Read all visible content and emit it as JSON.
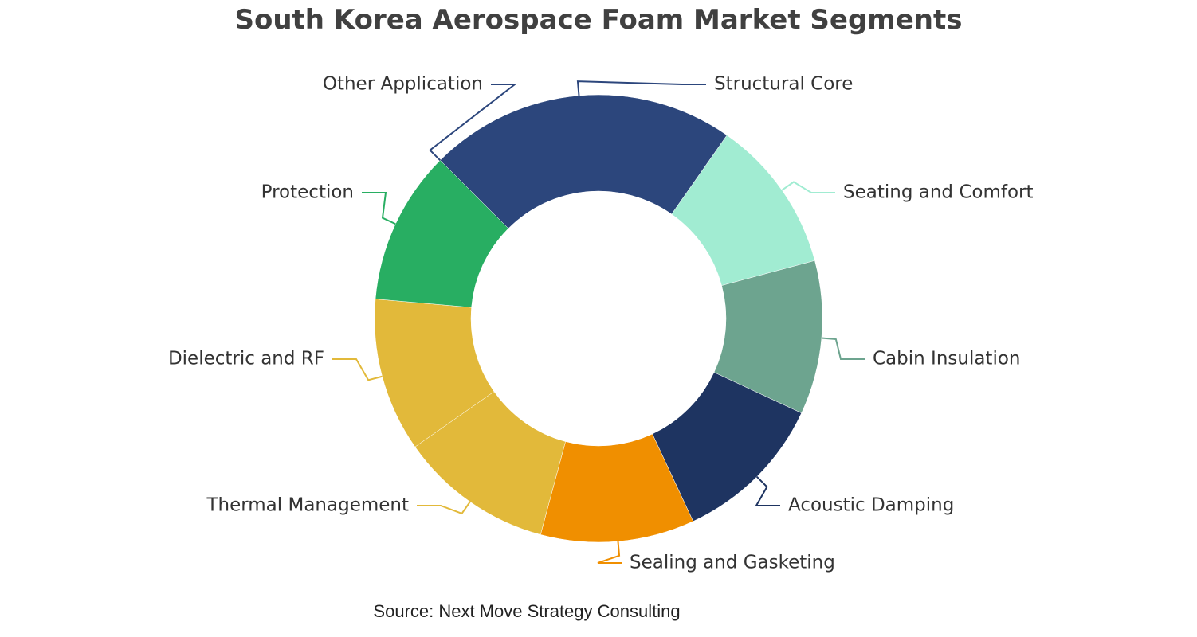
{
  "chart_data": {
    "type": "pie",
    "variant": "donut",
    "title": "South Korea Aerospace Foam Market Segments",
    "source": "Source: Next Move Strategy Consulting",
    "legend": "none (leader-line labels)",
    "slices": [
      {
        "label": "Structural Core",
        "value": 22.2,
        "color": "#2c467c"
      },
      {
        "label": "Seating and Comfort",
        "value": 11.1,
        "color": "#a1ecd2"
      },
      {
        "label": "Cabin Insulation",
        "value": 11.1,
        "color": "#6da48f"
      },
      {
        "label": "Acoustic Damping",
        "value": 11.1,
        "color": "#1e3461"
      },
      {
        "label": "Sealing and Gasketing",
        "value": 11.1,
        "color": "#f08f00"
      },
      {
        "label": "Thermal Management",
        "value": 11.1,
        "color": "#e2b93a"
      },
      {
        "label": "Dielectric and RF",
        "value": 11.1,
        "color": "#e2b93a"
      },
      {
        "label": "Protection",
        "value": 11.1,
        "color": "#28ae62"
      },
      {
        "label": "Other Application",
        "value": 0,
        "color": "#2c467c"
      }
    ]
  }
}
